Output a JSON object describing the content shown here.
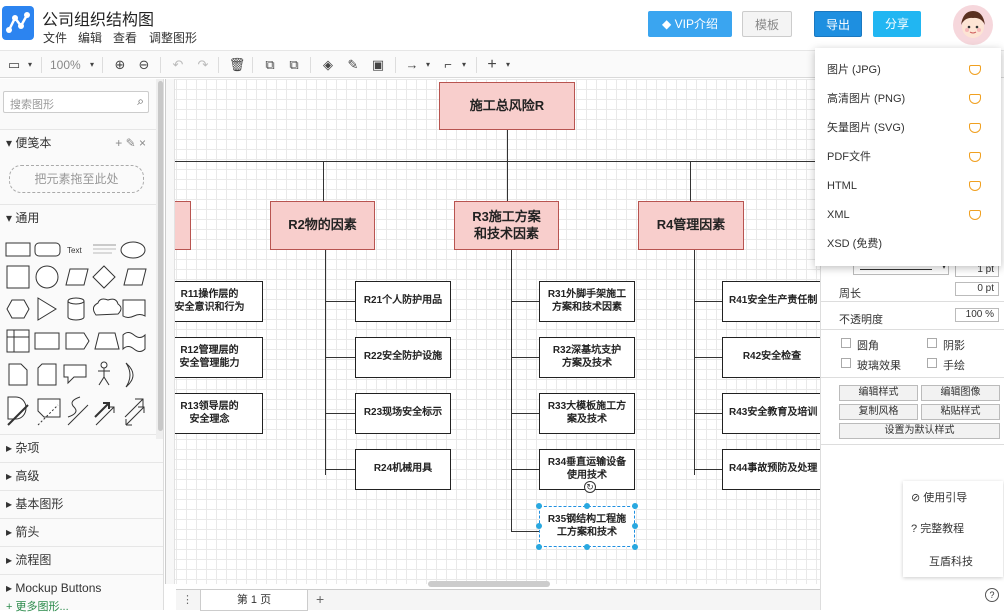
{
  "app": {
    "title": "公司组织结构图"
  },
  "menu": [
    "文件",
    "编辑",
    "查看",
    "调整图形"
  ],
  "top_buttons": {
    "vip": "VIP介绍",
    "template": "模板",
    "export": "导出",
    "share": "分享"
  },
  "toolbar": {
    "zoom": "100%"
  },
  "sidebar": {
    "search_placeholder": "搜索图形",
    "scratchpad": "便笺本",
    "dropzone": "把元素拖至此处",
    "general": "通用",
    "text_shape": "Text",
    "sections": [
      "杂项",
      "高级",
      "基本图形",
      "箭头",
      "流程图",
      "Mockup Buttons"
    ],
    "more": "+ 更多图形..."
  },
  "diagram": {
    "root": "施工总风险R",
    "categories": [
      {
        "label": "R2物的因素",
        "children": [
          "R21个人防护用品",
          "R22安全防护设施",
          "R23现场安全标示",
          "R24机械用具"
        ]
      },
      {
        "label": "R3施工方案\n和技术因素",
        "children": [
          "R31外脚手架施工方案和技术因素",
          "R32深基坑支护方案及技术",
          "R33大模板施工方案及技术",
          "R34垂直运输设备使用技术",
          "R35钢结构工程施工方案和技术"
        ]
      },
      {
        "label": "R4管理因素",
        "children": [
          "R41安全生产责任制",
          "R42安全检查",
          "R43安全教育及培训",
          "R44事故预防及处理"
        ]
      }
    ],
    "r1_children": [
      "R11操作层的\n安全意识和行为",
      "R12管理层的\n安全管理能力",
      "R13领导层的\n安全理念"
    ]
  },
  "export_menu": [
    "图片 (JPG)",
    "高清图片 (PNG)",
    "矢量图片 (SVG)",
    "PDF文件",
    "HTML",
    "XML",
    "XSD (免费)"
  ],
  "right_panel": {
    "stroke_width": "1 pt",
    "perimeter_label": "周长",
    "perimeter_value": "0 pt",
    "opacity_label": "不透明度",
    "opacity_value": "100 %",
    "checks": [
      "圆角",
      "阴影",
      "玻璃效果",
      "手绘"
    ],
    "buttons": [
      "编辑样式",
      "编辑图像",
      "复制风格",
      "粘贴样式"
    ],
    "set_default": "设置为默认样式",
    "guide": "使用引导",
    "tutorial": "完整教程",
    "company": "互盾科技"
  },
  "pages": {
    "tab1": "第 1 页"
  },
  "colors": {
    "node_fill": "#f8cecc",
    "node_border": "#b85450",
    "accent": "#1e8fe0"
  }
}
